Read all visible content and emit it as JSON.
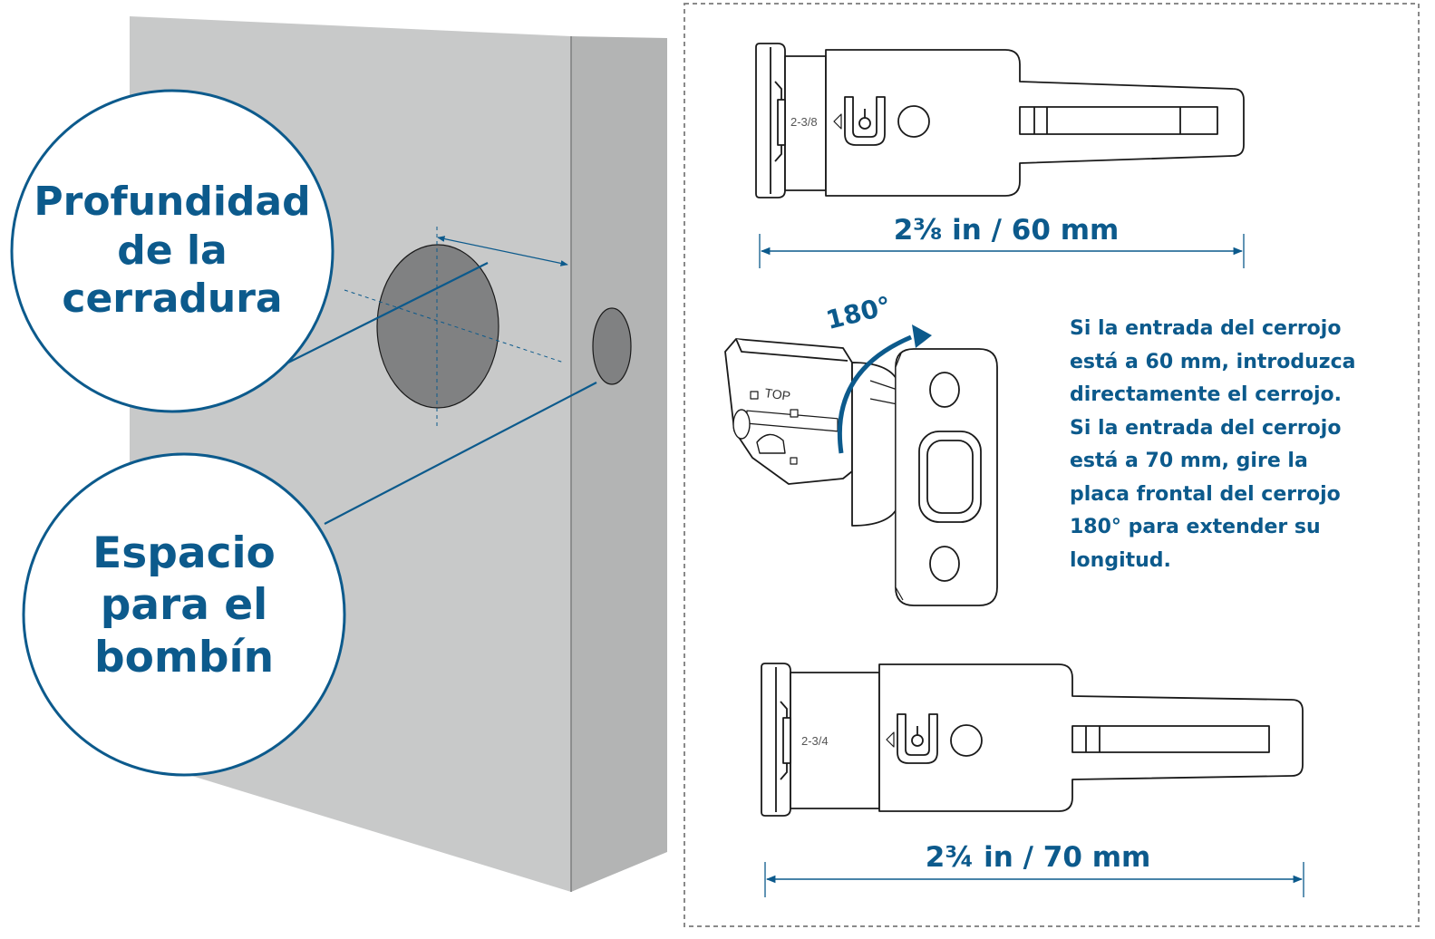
{
  "colors": {
    "accent": "#0c5a8c",
    "door_front": "#c8c9c9",
    "door_edge": "#b3b4b4",
    "hole": "#808182",
    "outline": "#1a1a1a"
  },
  "left": {
    "callout_depth": [
      "Profundidad",
      "de la",
      "cerradura"
    ],
    "callout_cylinder": [
      "Espacio",
      "para el",
      "bombín"
    ]
  },
  "right": {
    "top_latch": {
      "marking": "2-3/8",
      "dimension": "2⅜ in / 60 mm"
    },
    "middle": {
      "rotation_label": "180°",
      "top_marking": "TOP",
      "instructions": [
        "Si la entrada del cerrojo",
        "está a 60 mm, introduzca",
        "directamente el cerrojo.",
        "Si la entrada del cerrojo",
        "está a 70 mm, gire la",
        "placa frontal del cerrojo",
        "180° para extender su",
        "longitud."
      ]
    },
    "bottom_latch": {
      "marking": "2-3/4",
      "dimension": "2¾ in / 70 mm"
    }
  },
  "icons": {
    "rotation_arrow": "curved-arrow-icon",
    "dimension_arrow": "double-arrow-icon"
  }
}
